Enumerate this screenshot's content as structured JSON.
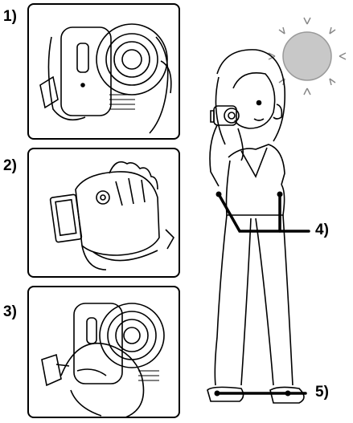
{
  "steps": [
    {
      "label": "1)"
    },
    {
      "label": "2)"
    },
    {
      "label": "3)"
    }
  ],
  "callouts": [
    {
      "label": "4)"
    },
    {
      "label": "5)"
    }
  ],
  "colors": {
    "line": "#000000",
    "sun": "#bbbbbb"
  }
}
